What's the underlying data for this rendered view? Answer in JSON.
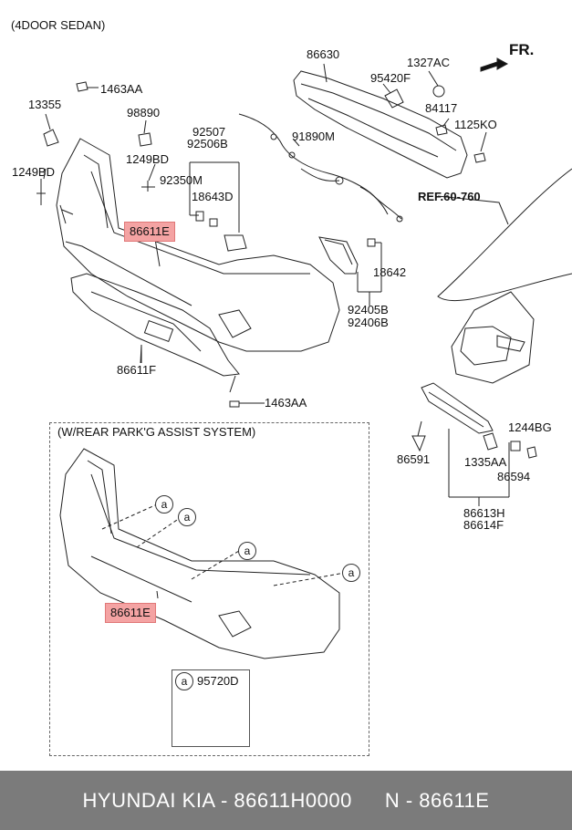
{
  "header": {
    "title": "(4DOOR SEDAN)",
    "direction": "FR."
  },
  "callouts": {
    "c86630": "86630",
    "c1463aa_top": "1463AA",
    "c1327ac": "1327AC",
    "c95420f": "95420F",
    "c13355": "13355",
    "c98890": "98890",
    "c84117": "84117",
    "c1125ko": "1125KO",
    "c92507": "92507",
    "c92506b": "92506B",
    "c91890m": "91890M",
    "c1249bd_left": "1249BD",
    "c1249bd_mid": "1249BD",
    "c92350m": "92350M",
    "c18643d": "18643D",
    "c86611e_top": "86611E",
    "c18642": "18642",
    "c92405b": "92405B",
    "c92406b": "92406B",
    "c86611f": "86611F",
    "c1463aa_bottom": "1463AA",
    "ref": "REF.60-760",
    "c1244bg": "1244BG",
    "c86591": "86591",
    "c1335aa": "1335AA",
    "c86594": "86594",
    "c86613h": "86613H",
    "c86614f": "86614F",
    "c86611e_inset": "86611E",
    "c95720d": "95720D"
  },
  "inset": {
    "title": "(W/REAR PARK'G ASSIST SYSTEM)",
    "marker": "a"
  },
  "footer": {
    "brand": "HYUNDAI  KIA - 86611H0000",
    "number": "N - 86611E"
  },
  "colors": {
    "highlight": "#f4a3a3",
    "footer_bg": "#7b7b7b"
  }
}
